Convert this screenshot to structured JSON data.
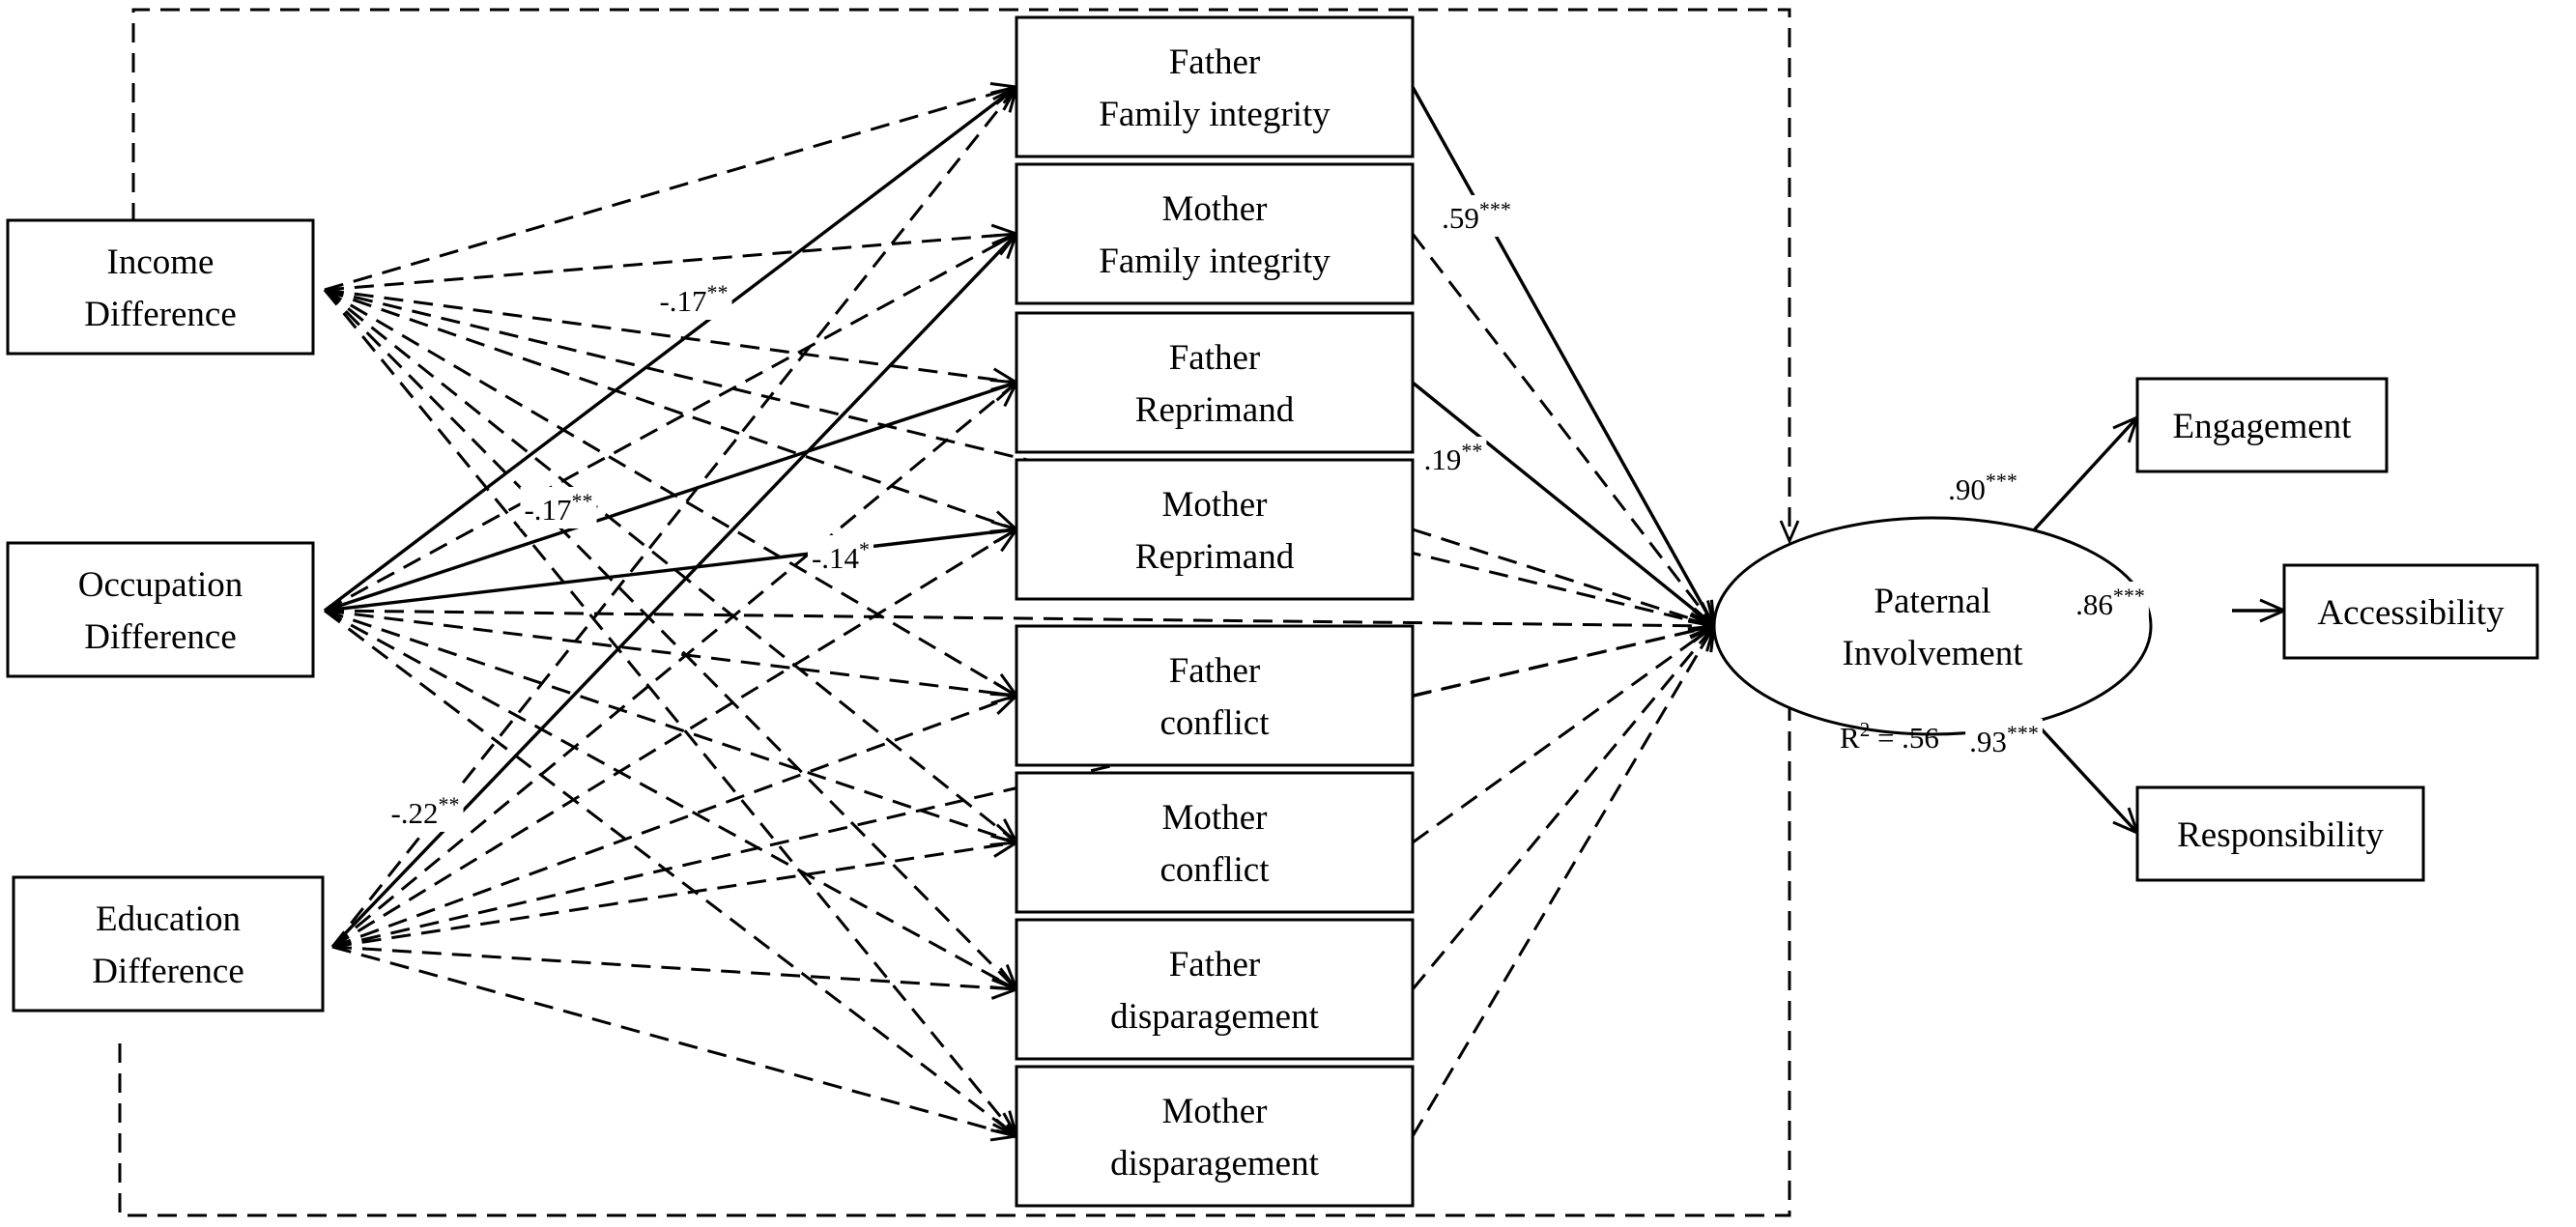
{
  "predictors": [
    {
      "id": "income",
      "lines": [
        "Income",
        "Difference"
      ]
    },
    {
      "id": "occupation",
      "lines": [
        "Occupation",
        "Difference"
      ]
    },
    {
      "id": "education",
      "lines": [
        "Education",
        "Difference"
      ]
    }
  ],
  "mediators": [
    {
      "id": "father_integrity",
      "lines": [
        "Father",
        "Family integrity"
      ]
    },
    {
      "id": "mother_integrity",
      "lines": [
        "Mother",
        "Family integrity"
      ]
    },
    {
      "id": "father_reprimand",
      "lines": [
        "Father",
        "Reprimand"
      ]
    },
    {
      "id": "mother_reprimand",
      "lines": [
        "Mother",
        "Reprimand"
      ]
    },
    {
      "id": "father_conflict",
      "lines": [
        "Father",
        "conflict"
      ]
    },
    {
      "id": "mother_conflict",
      "lines": [
        "Mother",
        "conflict"
      ]
    },
    {
      "id": "father_disparagement",
      "lines": [
        "Father",
        "disparagement"
      ]
    },
    {
      "id": "mother_disparagement",
      "lines": [
        "Mother",
        "disparagement"
      ]
    }
  ],
  "outcome": {
    "id": "paternal",
    "lines": [
      "Paternal",
      "Involvement"
    ],
    "r2_label": "R",
    "r2_sup": "2",
    "r2_value": " = .56"
  },
  "indicators": [
    {
      "id": "engagement",
      "label": "Engagement",
      "loading": ".90",
      "stars": "***"
    },
    {
      "id": "accessibility",
      "label": "Accessibility",
      "loading": ".86",
      "stars": "***"
    },
    {
      "id": "responsibility",
      "label": "Responsibility",
      "loading": ".93",
      "stars": "***"
    }
  ],
  "significant_paths": [
    {
      "from": "occupation",
      "to": "father_integrity",
      "value": "-.17",
      "stars": "**"
    },
    {
      "from": "occupation",
      "to": "father_reprimand",
      "value": "-.17",
      "stars": "**"
    },
    {
      "from": "occupation",
      "to": "mother_reprimand",
      "value": "-.14",
      "stars": "*"
    },
    {
      "from": "education",
      "to": "mother_integrity",
      "value": "-.22",
      "stars": "**"
    },
    {
      "from": "father_integrity",
      "to": "paternal",
      "value": ".59",
      "stars": "***"
    },
    {
      "from": "father_reprimand",
      "to": "paternal",
      "value": ".19",
      "stars": "**"
    }
  ]
}
